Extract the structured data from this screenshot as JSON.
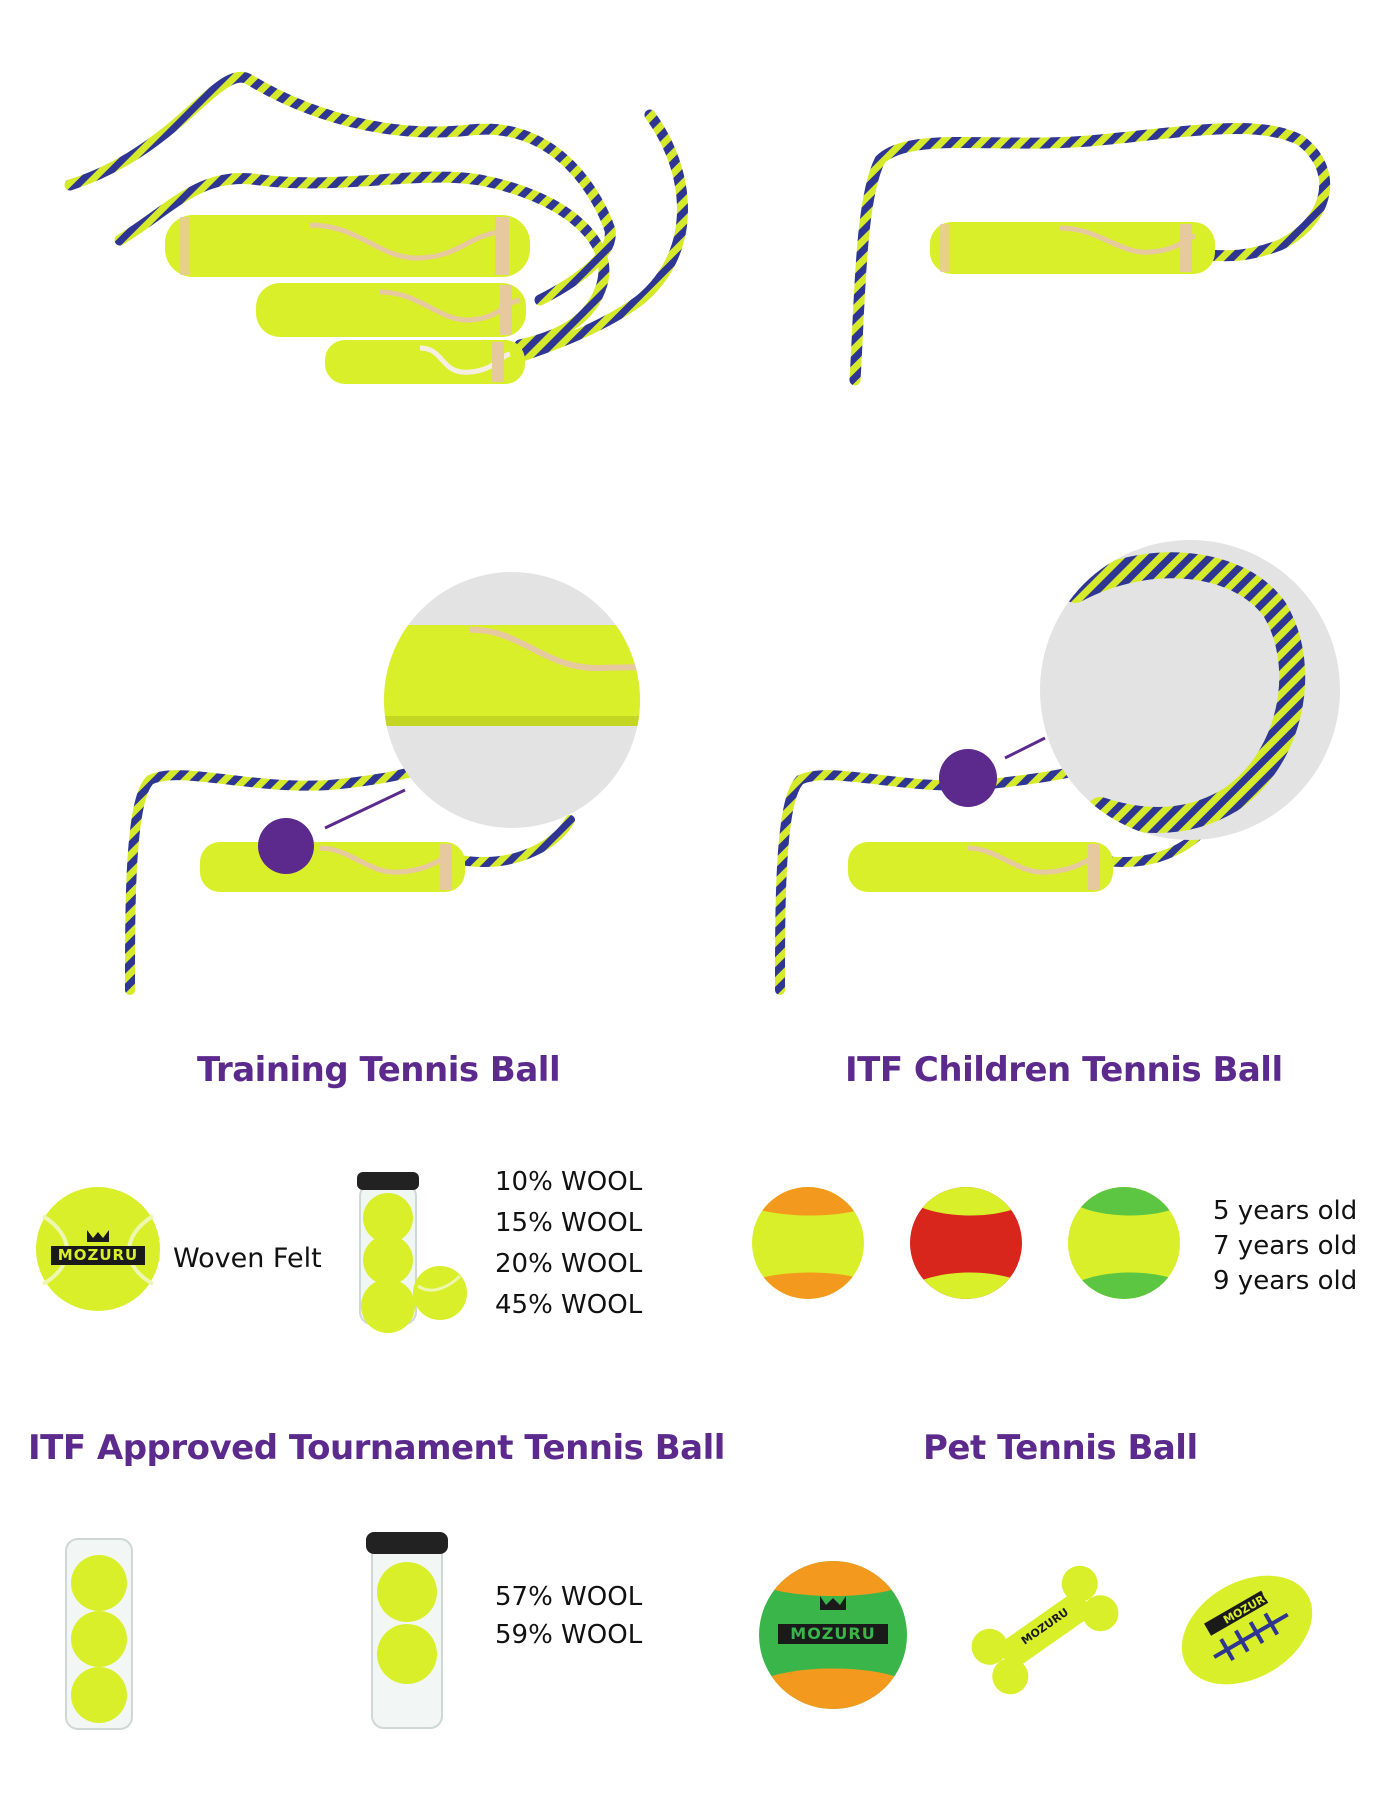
{
  "colors": {
    "accent": "#5b2a8c",
    "felt": "#d9ef2a",
    "rope_blue": "#2e3592",
    "rope_yellow": "#d6ea2c",
    "zoom_bg": "#e3e3e3",
    "orange": "#f39a1e",
    "red": "#d8261d",
    "green": "#3ab54a"
  },
  "icons": {
    "tennis_ball": "tennis-ball-icon",
    "logo": "mozuru-logo-icon",
    "tube": "ball-tube-icon",
    "rope": "braided-rope-icon"
  },
  "sections": {
    "training": {
      "title": "Training Tennis Ball",
      "felt_label": "Woven Felt",
      "ball_logo": "MOZURU",
      "wool_options": [
        "10% WOOL",
        "15% WOOL",
        "20% WOOL",
        "45% WOOL"
      ]
    },
    "children": {
      "title": "ITF Children Tennis Ball",
      "ages": [
        "5 years old",
        "7 years old",
        "9 years old"
      ]
    },
    "tournament": {
      "title": "ITF Approved Tournament Tennis Ball",
      "wool_options": [
        "57% WOOL",
        "59% WOOL"
      ]
    },
    "pet": {
      "title": "Pet Tennis Ball",
      "ball_logo": "MOZURU",
      "bone_logo": "MOZURU",
      "football_logo": "MOZURU"
    }
  }
}
